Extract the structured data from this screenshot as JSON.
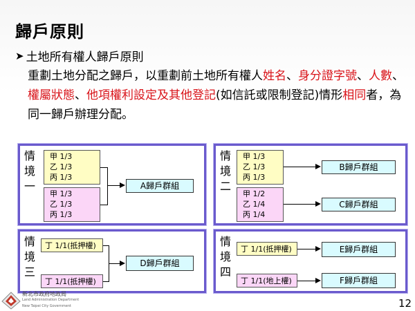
{
  "title": "歸戶原則",
  "bullet": "土地所有權人歸戶原則",
  "paragraph": {
    "p1": "重劃土地分配之歸戶，以重劃前土地所有權人",
    "r1": "姓名",
    "p2": "、",
    "r2": "身分證字號",
    "p3": "、",
    "r3": "人數",
    "p4": "、",
    "r4": "權屬狀態",
    "p5": "、",
    "r5": "他項權利設定及其他登記",
    "p6": "(如信託或限制登記)情形",
    "r6": "相同",
    "p7": "者，為同一歸戶辦理分配。"
  },
  "cases": [
    {
      "label": [
        "情",
        "境",
        "一"
      ],
      "group_a": [
        "甲 1/3",
        "乙 1/3",
        "丙 1/3"
      ],
      "group_b": [
        "甲 1/3",
        "乙 1/3",
        "丙 1/3"
      ],
      "result": "A歸戶群組"
    },
    {
      "label": [
        "情",
        "境",
        "二"
      ],
      "group_a": [
        "甲 1/3",
        "乙 1/3",
        "丙 1/3"
      ],
      "group_b": [
        "甲 1/2",
        "乙 1/4",
        "丙 1/4"
      ],
      "result_a": "B歸戶群組",
      "result_b": "C歸戶群組"
    },
    {
      "label": [
        "情",
        "境",
        "三"
      ],
      "item_a": "丁 1/1(抵押權)",
      "item_b": "丁 1/1(抵押權)",
      "result": "D歸戶群組"
    },
    {
      "label": [
        "情",
        "境",
        "四"
      ],
      "item_a": "丁 1/1(抵押權)",
      "item_b": "丁 1/1(地上權)",
      "result_a": "E歸戶群組",
      "result_b": "F歸戶群組"
    }
  ],
  "logo": {
    "name": "新北市政府地政局",
    "en1": "Land Administration Department",
    "en2": "New Taipei City Government"
  },
  "page_number": "12",
  "colors": {
    "panel_border": "#6a5acd",
    "highlight": "#d9141a",
    "yellow": "#fffdc4",
    "pink": "#fbd6f7",
    "cyan": "#d9fbff"
  }
}
